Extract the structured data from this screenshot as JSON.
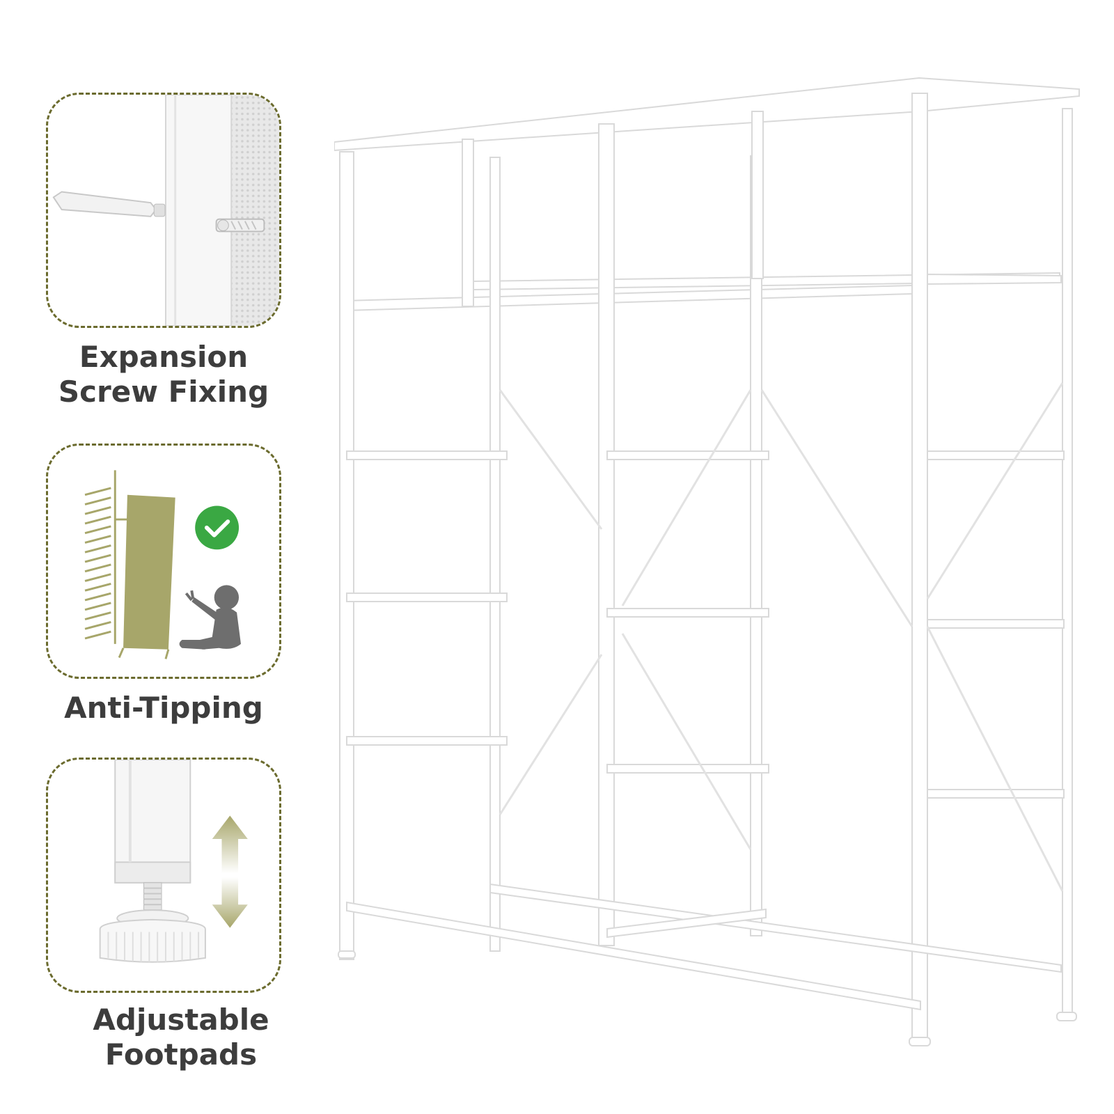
{
  "features": [
    {
      "label": "Expansion\nScrew Fixing",
      "icon": "expansion-screw-icon"
    },
    {
      "label": "Anti-Tipping",
      "icon": "anti-tipping-icon"
    },
    {
      "label": "Adjustable Footpads",
      "icon": "adjustable-footpad-icon"
    }
  ],
  "colors": {
    "card_border": "#6b6b2e",
    "accent_green": "#3aa843",
    "olive": "#a7a66a",
    "label_text": "#3d3d3d",
    "frame_white": "#ffffff",
    "frame_edge": "#d9d9d9"
  }
}
